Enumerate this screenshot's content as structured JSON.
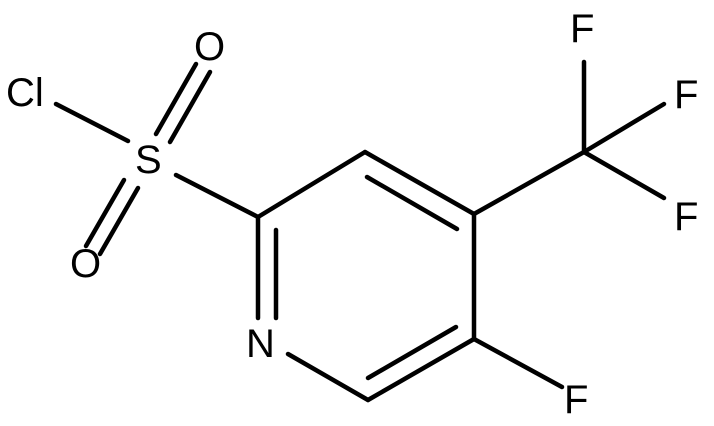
{
  "diagram": {
    "type": "chemical-structure",
    "atoms": {
      "cl": "Cl",
      "s": "S",
      "o_top": "O",
      "o_bottom": "O",
      "n": "N",
      "f_ring": "F",
      "f_top": "F",
      "f_right": "F",
      "f_bottom": "F"
    },
    "colors": {
      "bond": "#000000",
      "text": "#000000",
      "background": "#ffffff"
    }
  }
}
